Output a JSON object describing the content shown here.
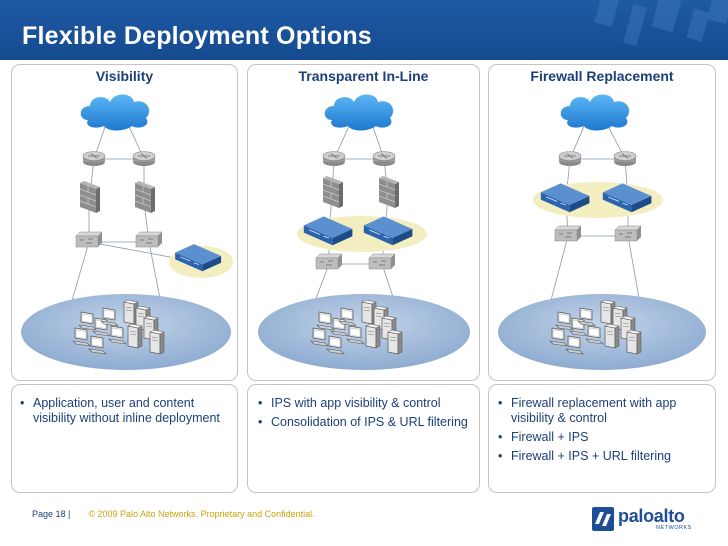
{
  "page": {
    "title": "Flexible Deployment Options"
  },
  "panels": [
    {
      "title": "Visibility",
      "bullets": [
        "Application, user and content visibility without inline deployment"
      ]
    },
    {
      "title": "Transparent In-Line",
      "bullets": [
        "IPS with app visibility & control",
        "Consolidation of IPS & URL filtering"
      ]
    },
    {
      "title": "Firewall Replacement",
      "bullets": [
        "Firewall replacement with app visibility & control",
        "Firewall + IPS",
        "Firewall + IPS + URL filtering"
      ]
    }
  ],
  "footer": {
    "page_label": "Page 18  |",
    "copyright": "© 2009 Palo Alto Networks. Proprietary and Confidential."
  },
  "logo": {
    "main": "paloalto",
    "sub": "NETWORKS"
  },
  "colors": {
    "header": "#1f5aa5",
    "text": "#1d3f78",
    "appliance": "#2f6db5",
    "highlight": "#f3eec0",
    "network": "#9fb8d6",
    "cloud": "#2e8fe0"
  }
}
